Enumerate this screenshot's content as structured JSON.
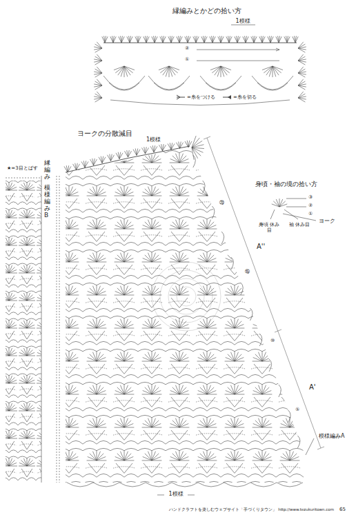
{
  "diagram": {
    "labels": [
      "縁編みとかどの拾い方",
      "1模様",
      "②",
      "①",
      "ヨークの分散減目",
      "1模様",
      "★=3目とばす",
      "縁編み",
      "模様編みB",
      "身頃・袖の境の拾い方",
      "③",
      "②",
      "①",
      "ヨーク",
      "身頃 休み目",
      "袖 休み目",
      "A''",
      "A'",
      "模様編みA",
      "1模様",
      "ハンドクラフトを楽しむウェブサイト「手づくりタウン」 http://www.tezukuritown.com",
      "65",
      "⑳",
      "⑮",
      "⑩",
      "⑤"
    ],
    "legend": [
      {
        "text": "=糸をつける"
      },
      {
        "text": "=糸を切る"
      }
    ]
  }
}
